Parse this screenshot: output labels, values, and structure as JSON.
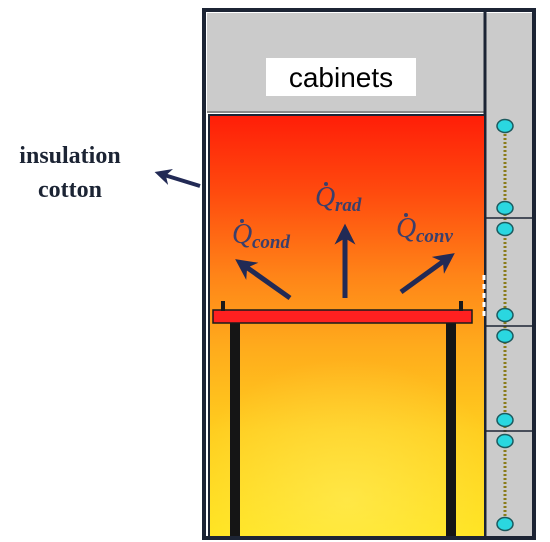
{
  "diagram": {
    "cabinet_label": "cabinets",
    "insulation_label_line1": "insulation",
    "insulation_label_line2": "cotton",
    "q_cond": {
      "symbol": "Q",
      "subscript": "cond"
    },
    "q_rad": {
      "symbol": "Q",
      "subscript": "rad"
    },
    "q_conv": {
      "symbol": "Q",
      "subscript": "conv"
    }
  },
  "colors": {
    "outline": "#1c2434",
    "cabinet_gray": "#cbcbcb",
    "heat_top": "#ff2a0a",
    "heat_mid": "#ff9a1c",
    "heat_bottom": "#ffe21e",
    "table_top": "#ff2020",
    "arrow": "#222a55",
    "equation": "#3b3f6b",
    "bead_fill": "#2ad7e0",
    "chain": "#8a7b1a"
  }
}
